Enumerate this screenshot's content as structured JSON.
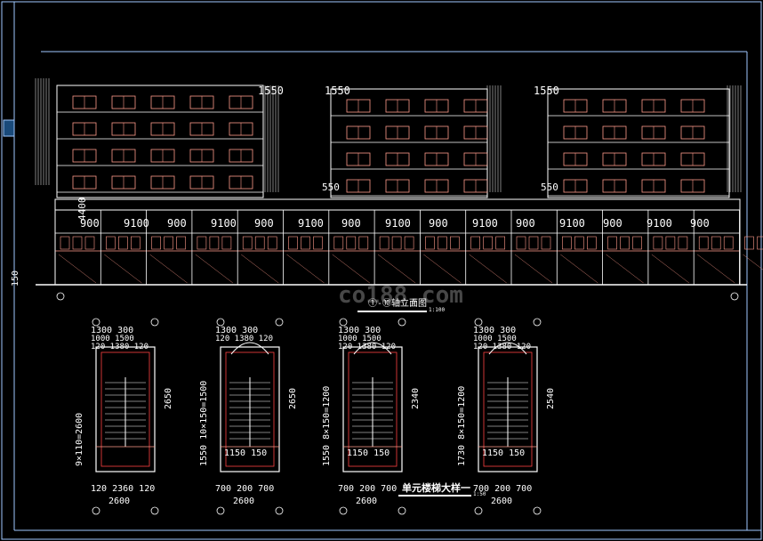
{
  "colors": {
    "background": "#000000",
    "frame": "#9fc8ff",
    "building": "#ffffff",
    "windows": "#ff9a8a",
    "dimensions": "#ffffff",
    "labels_red": "#ff4040"
  },
  "elevation": {
    "top_dims": [
      "1550",
      "1550",
      "1550"
    ],
    "mid_dims": [
      "550",
      "550"
    ],
    "left_dim": "4400",
    "bay_dims": [
      "900",
      "9100",
      "900",
      "9100",
      "900",
      "9100",
      "900",
      "9100",
      "900",
      "9100",
      "900",
      "9100",
      "900",
      "9100",
      "900"
    ],
    "base_left_dim": "150",
    "title": "①-⑩轴立面图",
    "scale": "1:100"
  },
  "stairs": [
    {
      "top_dims_1": "1300 300",
      "top_dims_2": "1000 1500",
      "top_dims_3": "120 1380 120",
      "side_dim_v": "9×110=2600",
      "side_dim_right": "2650",
      "bottom_dims_1": "120 2360 120",
      "bottom_dims_2": "2600"
    },
    {
      "top_dims_1": "1300 300",
      "top_dims_2": "120 1380 120",
      "side_dim_v": "1550 10×150=1500",
      "side_dim_right": "2650",
      "mid_dims": "1150 150",
      "bottom_dims_1": "700 200 700",
      "bottom_dims_2": "2600"
    },
    {
      "top_dims_1": "1300 300",
      "top_dims_2": "1000 1500",
      "top_dims_3": "120 1380 120",
      "side_dim_v": "1550 8×150=1200",
      "side_dim_right": "2340",
      "mid_dims": "1150 150",
      "bottom_dims_1": "700 200 700",
      "bottom_dims_2": "2600"
    },
    {
      "top_dims_1": "1300 300",
      "top_dims_2": "1000 1500",
      "top_dims_3": "120 1380 120",
      "side_dim_v": "1730 8×150=1200",
      "side_dim_right": "2540",
      "mid_dims": "1150 150",
      "bottom_dims_1": "700 200 700",
      "bottom_dims_2": "2600"
    }
  ],
  "stair_title": "单元楼梯大样一",
  "stair_scale": "1:50",
  "watermark": "co188.com"
}
